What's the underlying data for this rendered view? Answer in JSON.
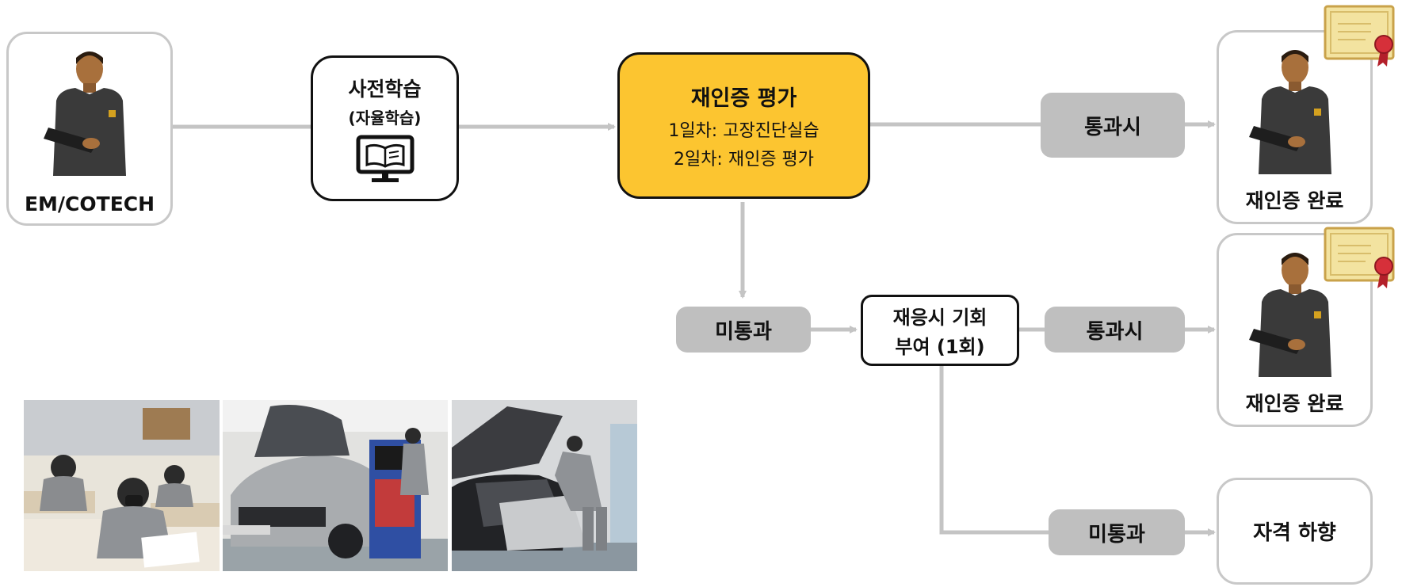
{
  "start": {
    "label": "EM/COTECH"
  },
  "prelearn": {
    "title": "사전학습",
    "subtitle": "(자율학습)",
    "icon": "monitor-book-icon"
  },
  "evaluation": {
    "title": "재인증 평가",
    "line1": "1일차: 고장진단실습",
    "line2": "2일차: 재인증 평가",
    "color": "#fcc530"
  },
  "pass1": {
    "label": "통과시"
  },
  "done1": {
    "label": "재인증 완료",
    "icon": "certificate-icon"
  },
  "fail1": {
    "label": "미통과"
  },
  "retest": {
    "line1": "재응시 기회",
    "line2": "부여 (1회)"
  },
  "pass2": {
    "label": "통과시"
  },
  "done2": {
    "label": "재인증 완료",
    "icon": "certificate-icon"
  },
  "fail2": {
    "label": "미통과"
  },
  "downgrade": {
    "label": "자격 하향"
  },
  "photos": [
    {
      "name": "classroom-exam-photo"
    },
    {
      "name": "diagnostic-equipment-photo"
    },
    {
      "name": "engine-repair-photo"
    }
  ],
  "colors": {
    "connector": "#c4c4c4",
    "pill": "#bfbfbf",
    "card_border": "#c8c8c8"
  }
}
